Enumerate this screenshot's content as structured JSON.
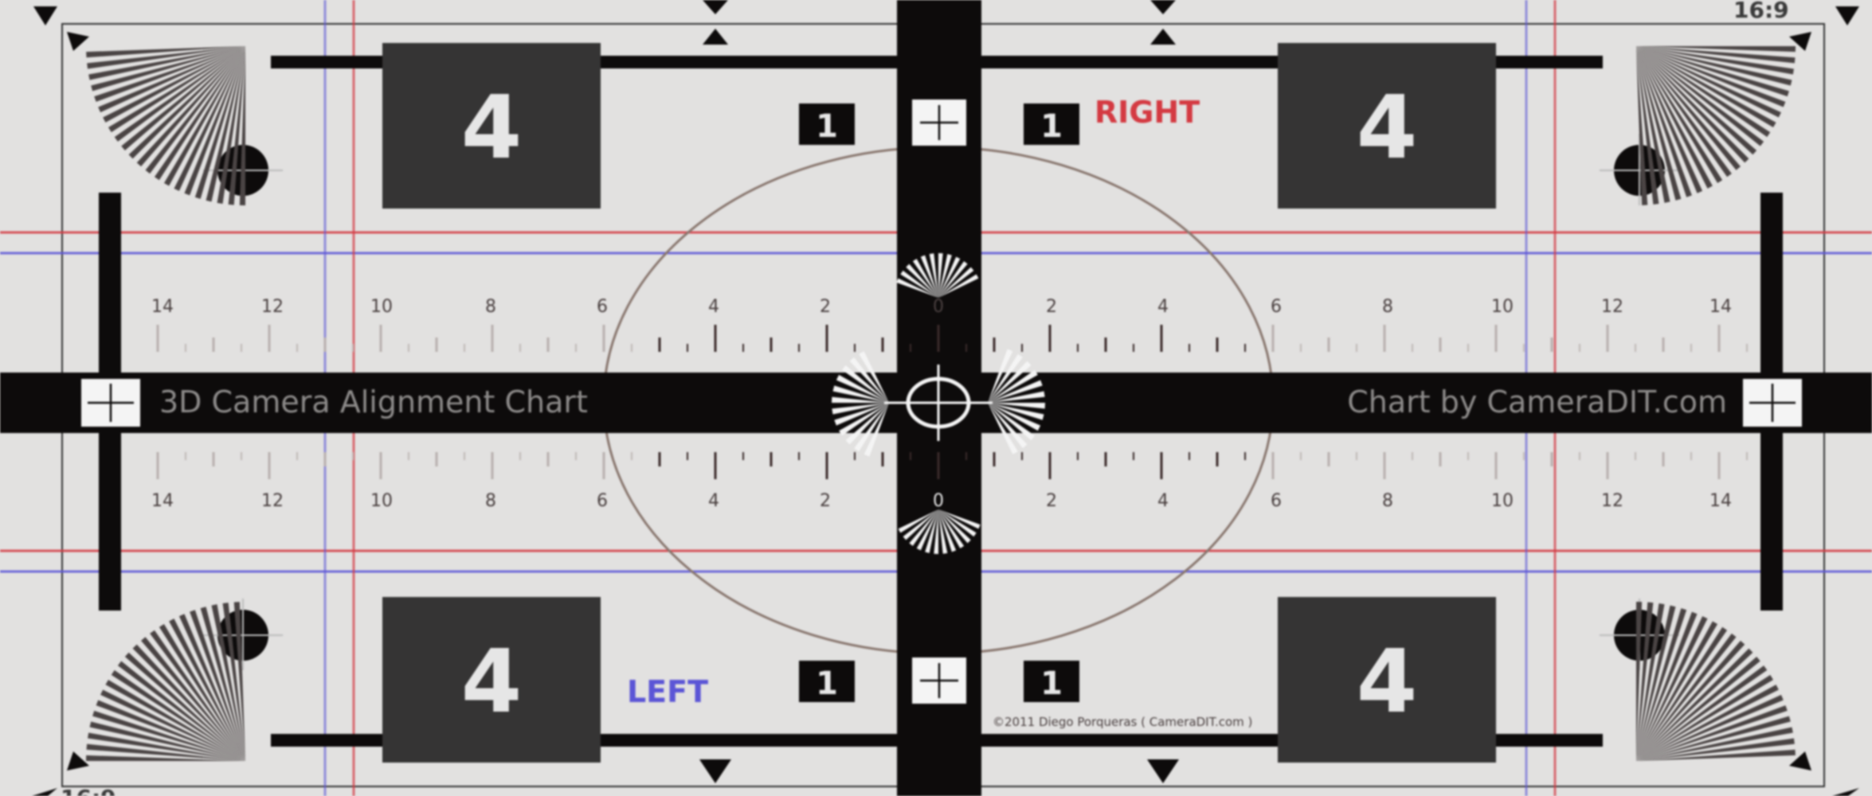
{
  "chart": {
    "title": "3D Camera Alignment Chart",
    "credit": "Chart by CameraDIT.com",
    "copyright": "©2011 Diego Porqueras ( CameraDIT.com )",
    "aspect_top": "16:9",
    "aspect_bottom": "16:9",
    "right_label": "RIGHT",
    "left_label": "LEFT",
    "big_number": "4",
    "small_number": "1",
    "scale_zero": "0",
    "scale_ticks_left": [
      "14",
      "12",
      "10",
      "8",
      "6",
      "4",
      "2"
    ],
    "scale_ticks_right": [
      "2",
      "4",
      "6",
      "8",
      "10",
      "12",
      "14"
    ]
  },
  "colors": {
    "background": "#e2e1e0",
    "ink": "#0d0b0b",
    "box": "#353434",
    "box_text": "#e6e6e6",
    "red_line": "#d43a42",
    "blue_line": "#5b55d6",
    "ellipse": "#8a7870"
  },
  "icons": [
    "crosshair-icon",
    "siemens-star-icon",
    "plus-box-icon",
    "corner-arrow-icon"
  ]
}
